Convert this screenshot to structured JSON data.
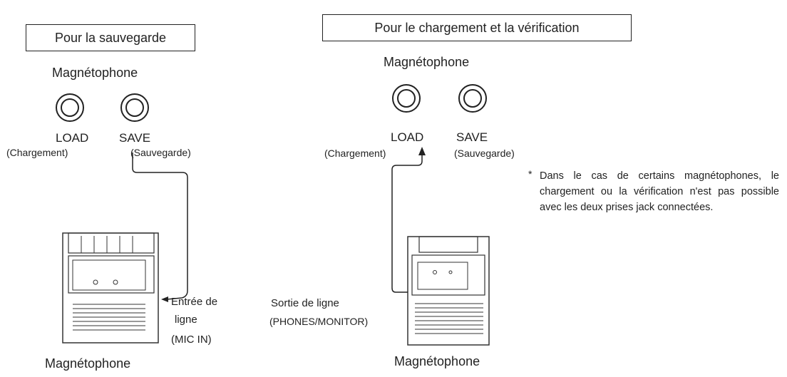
{
  "left": {
    "header": "Pour la sauvegarde",
    "top_label": "Magnétophone",
    "jack_load": "LOAD",
    "jack_load_sub": "(Chargement)",
    "jack_save": "SAVE",
    "jack_save_sub": "(Sauvegarde)",
    "input_label_1": "Entrée de",
    "input_label_2": "ligne",
    "input_label_3": "(MIC IN)",
    "bottom_label": "Magnétophone"
  },
  "right": {
    "header": "Pour le chargement et la vérification",
    "top_label": "Magnétophone",
    "jack_load": "LOAD",
    "jack_load_sub": "(Chargement)",
    "jack_save": "SAVE",
    "jack_save_sub": "(Sauvegarde)",
    "output_label_1": "Sortie de ligne",
    "output_label_2": "(PHONES/MONITOR)",
    "bottom_label": "Magnétophone"
  },
  "note": {
    "star": "*",
    "text": "Dans le cas de certains magnéto­phones, le chargement ou la vérifi­cation n'est pas possible avec les deux prises jack connectées."
  }
}
